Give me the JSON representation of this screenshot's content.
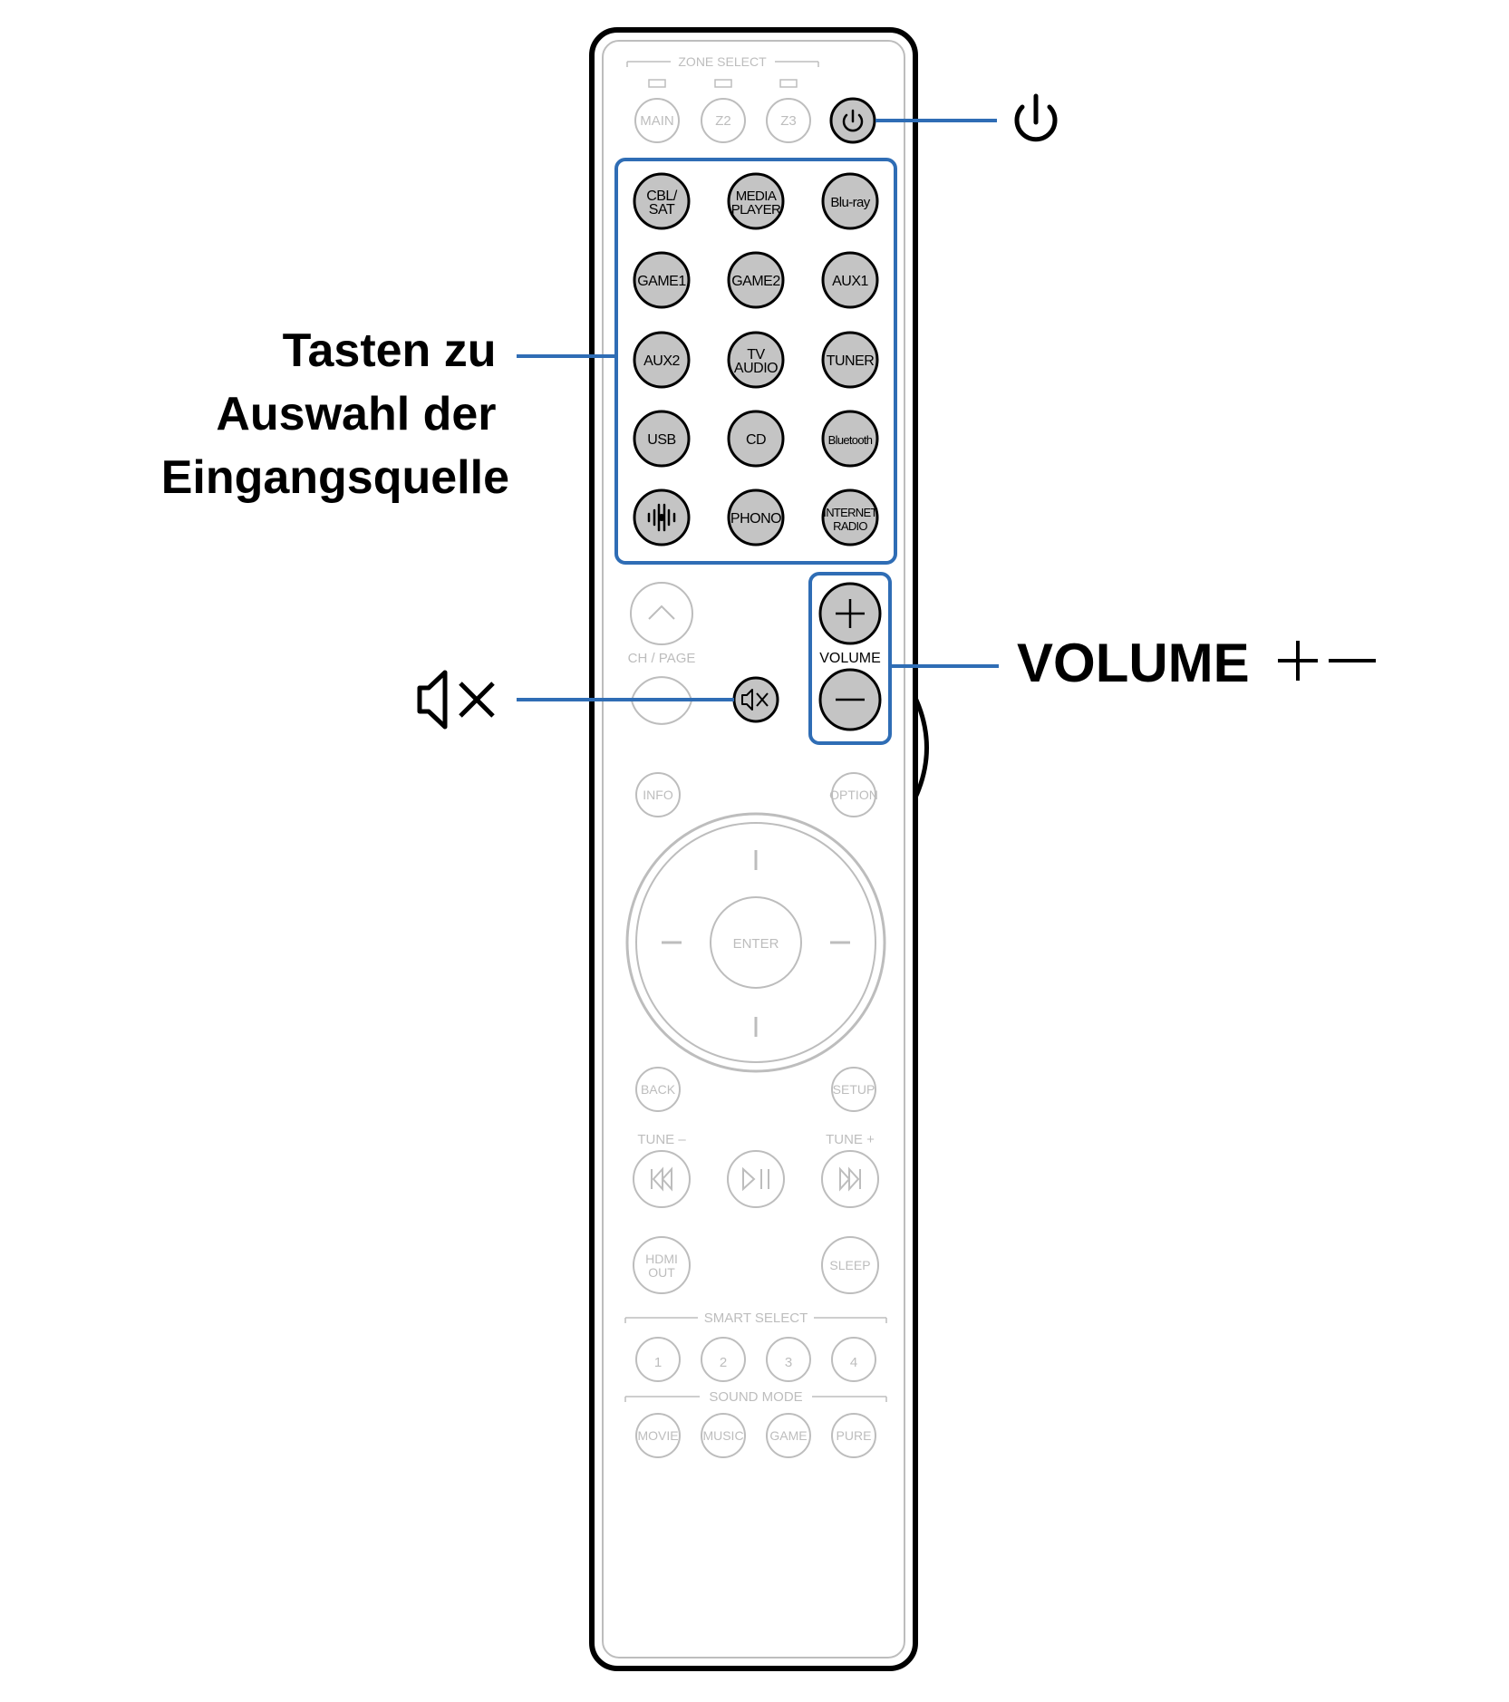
{
  "callouts": {
    "power_symbol": "⏻",
    "input_select_label": [
      "Tasten zu",
      "Auswahl der",
      "Eingangsquelle"
    ],
    "volume_label": "VOLUME",
    "volume_symbols": "+–",
    "mute_symbol": "🔇"
  },
  "remote": {
    "zone_select": "ZONE SELECT",
    "zones": [
      "MAIN",
      "Z2",
      "Z3"
    ],
    "input_buttons": [
      [
        "CBL/",
        "SAT"
      ],
      [
        "MEDIA",
        "PLAYER"
      ],
      [
        "Blu-ray"
      ],
      [
        "GAME1"
      ],
      [
        "GAME2"
      ],
      [
        "AUX1"
      ],
      [
        "AUX2"
      ],
      [
        "TV",
        "AUDIO"
      ],
      [
        "TUNER"
      ],
      [
        "USB"
      ],
      [
        "CD"
      ],
      [
        "Bluetooth"
      ],
      [
        ""
      ],
      [
        "PHONO"
      ],
      [
        "INTERNET",
        "RADIO"
      ]
    ],
    "ch_page": "CH / PAGE",
    "volume_text": "VOLUME",
    "info": "INFO",
    "option": "OPTION",
    "enter": "ENTER",
    "back": "BACK",
    "setup": "SETUP",
    "tune_minus": "TUNE –",
    "tune_plus": "TUNE +",
    "hdmi_out": [
      "HDMI",
      "OUT"
    ],
    "sleep": "SLEEP",
    "smart_select": "SMART SELECT",
    "smart_buttons": [
      "1",
      "2",
      "3",
      "4"
    ],
    "sound_mode": "SOUND MODE",
    "sound_buttons": [
      "MOVIE",
      "MUSIC",
      "GAME",
      "PURE"
    ]
  },
  "colors": {
    "highlight": "#2f6db5",
    "button_fill": "#c4c4c4",
    "inactive": "#bdbdbd"
  }
}
